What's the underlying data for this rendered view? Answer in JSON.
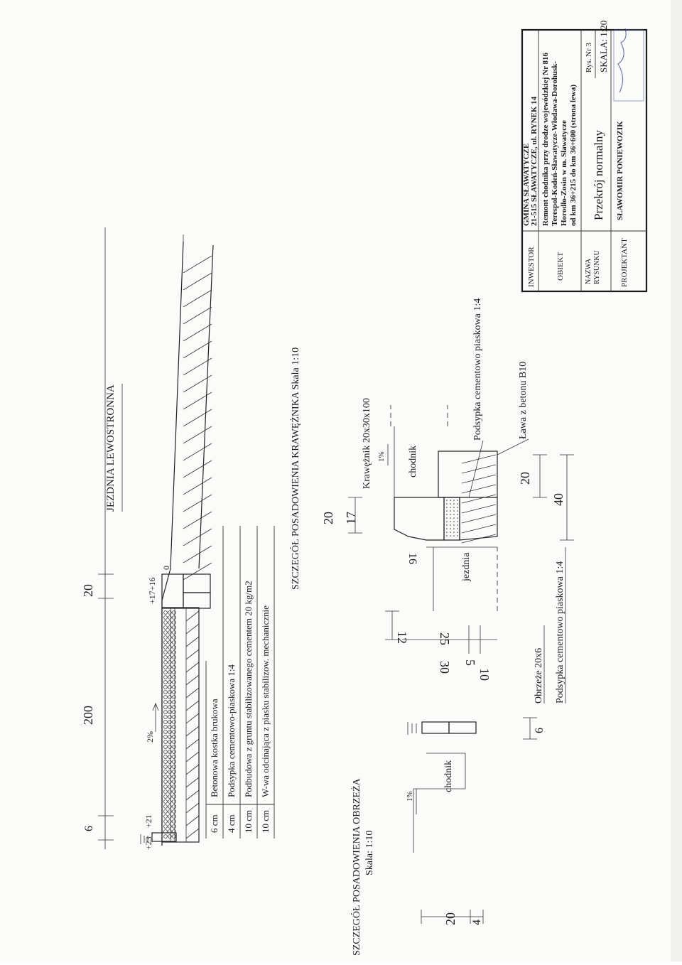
{
  "main_section": {
    "road_label": "JEZDNIA LEWOSTRONNA",
    "dim_6": "6",
    "dim_200": "200",
    "dim_20": "20",
    "slope_2": "2%",
    "level_23": "+23",
    "level_21": "+21",
    "level_17_16": "+17+16",
    "level_0": "0"
  },
  "layers": [
    {
      "thickness": "6 cm",
      "description": "Betonowa kostka brukowa"
    },
    {
      "thickness": "4 cm",
      "description": "Podsypka cementowo-piaskowa 1:4"
    },
    {
      "thickness": "10 cm",
      "description": "Podbudowa z gruntu stabilizowanego cementem 20 kg/m2"
    },
    {
      "thickness": "10 cm",
      "description": "W-wa odcinająca z piasku stabilizow. mechanicznie"
    }
  ],
  "detail_obrzeze": {
    "title": "SZCZEGÓŁ POSADOWIENIA OBRZEŻA",
    "scale": "Skala: 1:10",
    "sidewalk": "chodnik",
    "slope": "1%",
    "dim_20": "20",
    "dim_4": "4",
    "dim_6": "6",
    "edging": "Obrzeże 20x6",
    "bedding": "Podsypka cementowo piaskowa 1:4"
  },
  "detail_kraweznik": {
    "title": "SZCZEGÓŁ POSADOWIENIA KRAWĘŻNIKA Skala 1:10",
    "curb": "Krawężnik 20x30x100",
    "sidewalk": "chodnik",
    "road": "jezdnia",
    "slope": "1%",
    "dim_30": "30",
    "dim_12": "12",
    "dim_5": "5",
    "dim_10": "10",
    "dim_25": "25",
    "dim_16": "16",
    "dim_20_top": "20",
    "dim_17": "17",
    "dim_20_bottom": "20",
    "dim_40": "40",
    "bedding": "Podsypka cementowo piaskowa 1:4",
    "foundation": "Ława z betonu B10"
  },
  "title_block": {
    "investor_label": "INWESTOR",
    "investor_line1": "GMINA SŁAWATYCZE",
    "investor_line2": "21-515 SŁAWATYCZE, ul. RYNEK 14",
    "object_label": "OBIEKT",
    "object_line1": "Remont chodnika przy drodze wojewódzkiej Nr 816",
    "object_line2": "Terespol-Kodeń-Sławatycze-Włodawa-Dorohusk-",
    "object_line3": "Horodło-Zosin w m. Sławatycze",
    "object_line4": "od km 36+215 do km 36+600 (strona lewa)",
    "name_label_1": "NAZWA",
    "name_label_2": "RYSUNKU",
    "drawing_name": "Przekrój normalny",
    "fig_no": "Rys. Nr 3",
    "scale": "SKALA: 1:20",
    "designer_label": "PROJEKTANT",
    "designer_name": "SŁAWOMIR PONIEWOZIK"
  }
}
